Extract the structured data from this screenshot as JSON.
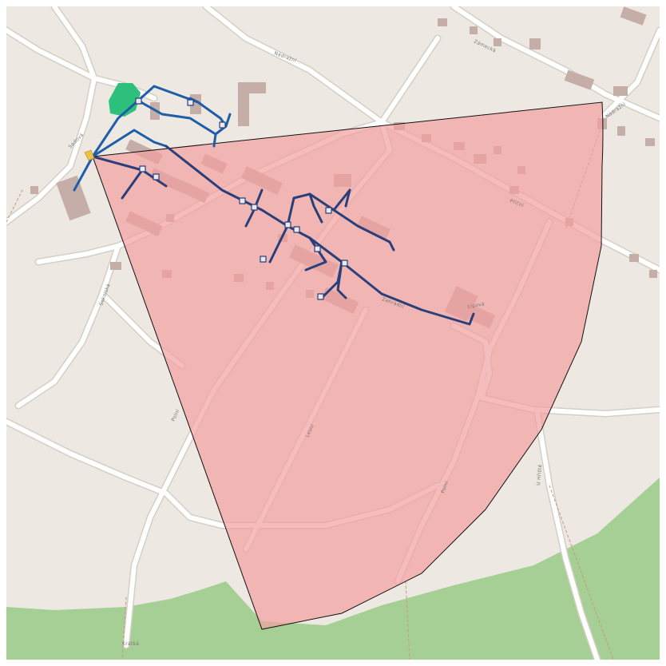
{
  "map": {
    "colors": {
      "background": "#ede9e2",
      "road": "#ffffff",
      "road_casing": "#d4cfc6",
      "building": "#c5aea8",
      "forest": "#a6cf96",
      "park": "#2dbf7c",
      "sector_fill": "#f2a0a0",
      "sector_stroke": "#111111",
      "pipe_light": "#1e5ea8",
      "pipe_dark": "#2a3f7a",
      "marker": "#e8c24b"
    },
    "icons": [
      "yellow-marker-icon"
    ],
    "street_labels": [
      {
        "text": "Nádražní"
      },
      {
        "text": "Sadová"
      },
      {
        "text": "Zámecká"
      },
      {
        "text": "Nádražní"
      },
      {
        "text": "Příční"
      },
      {
        "text": "Zahradní"
      },
      {
        "text": "Sokolská"
      },
      {
        "text": "Polní"
      },
      {
        "text": "Lesní"
      },
      {
        "text": "Polní"
      },
      {
        "text": "U Hřiště"
      },
      {
        "text": "Lipová"
      },
      {
        "text": "Krátká"
      }
    ]
  }
}
